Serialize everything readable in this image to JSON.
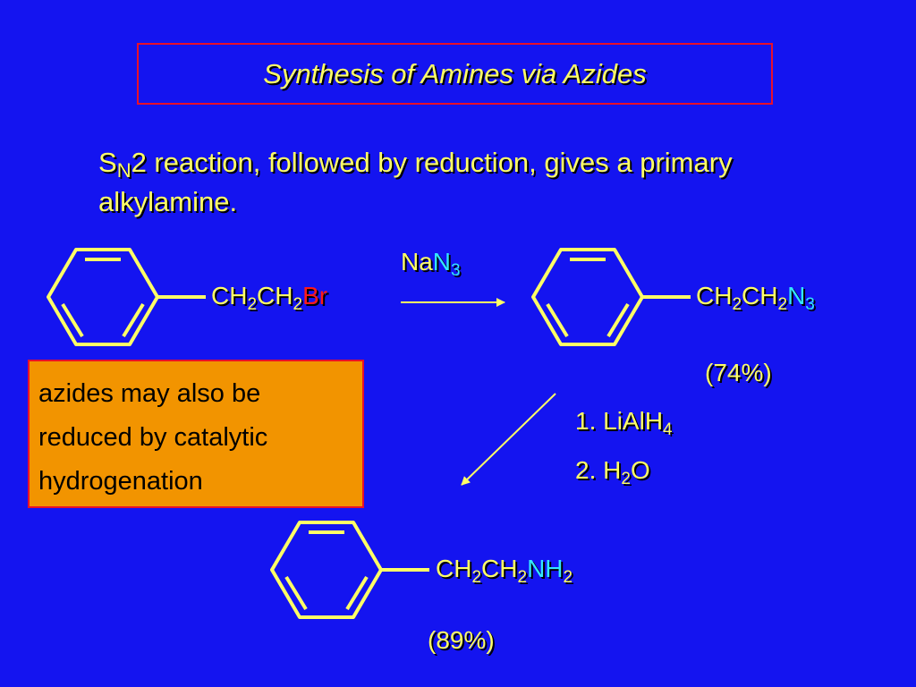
{
  "title": "Synthesis of Amines via Azides",
  "intro": {
    "prefix": "S",
    "subscript": "N",
    "rest": "2 reaction, followed by reduction, gives a primary alkylamine."
  },
  "reactant": {
    "part1": "CH",
    "sub1": "2",
    "part2": "CH",
    "sub2": "2",
    "leaving_group": "Br"
  },
  "reagent1": {
    "na": "Na",
    "n": "N",
    "sub": "3"
  },
  "azide_product": {
    "part1": "CH",
    "sub1": "2",
    "part2": "CH",
    "sub2": "2",
    "group": "N",
    "group_sub": "3",
    "yield": "(74%)"
  },
  "reduction_steps": {
    "step1": "1.  LiAlH",
    "step1_sub": "4",
    "step2_pre": "2.  H",
    "step2_sub": "2",
    "step2_post": "O"
  },
  "amine_product": {
    "part1": "CH",
    "sub1": "2",
    "part2": "CH",
    "sub2": "2",
    "group": "NH",
    "group_sub": "2",
    "yield": "(89%)"
  },
  "note": "azides may also be\nreduced by catalytic\nhydrogenation",
  "colors": {
    "background": "#1414F0",
    "text": "#FFFF66",
    "bromine": "#FF1A1A",
    "nitrogen": "#33E6FF",
    "note_fill": "#F29400",
    "frame": "#E8102A"
  }
}
